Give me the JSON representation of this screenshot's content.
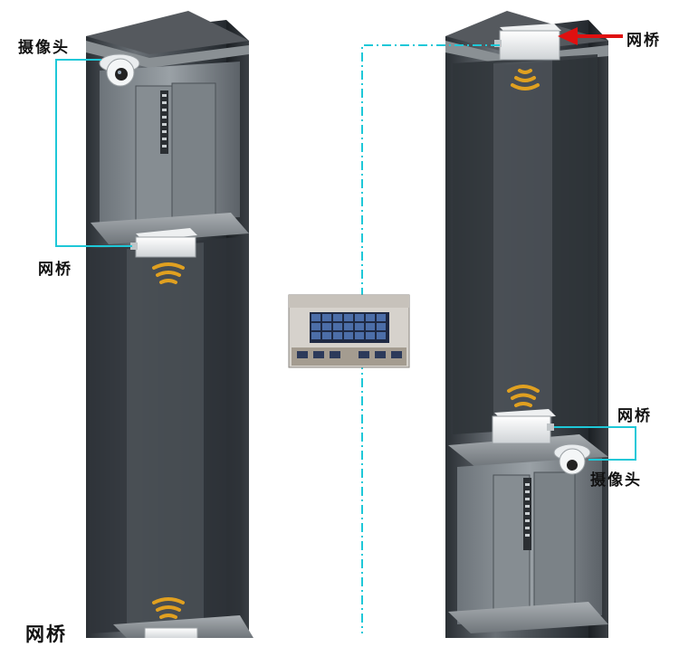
{
  "labels": {
    "camera_left": "摄像头",
    "bridge_left_mid": "网桥",
    "bridge_left_bottom": "网桥",
    "bridge_right_top": "网桥",
    "bridge_right_mid": "网桥",
    "camera_right": "摄像头"
  },
  "colors": {
    "connector": "#1ec8d8",
    "signal": "#e0a020",
    "pointer": "#e01010",
    "shaft_dark": "#2e3338",
    "shaft_mid": "#5a6066"
  },
  "icons": {
    "camera": "dome-camera-icon",
    "bridge": "wireless-bridge-icon",
    "signal": "wifi-signal-icon",
    "monitor": "control-room-monitor-icon"
  }
}
